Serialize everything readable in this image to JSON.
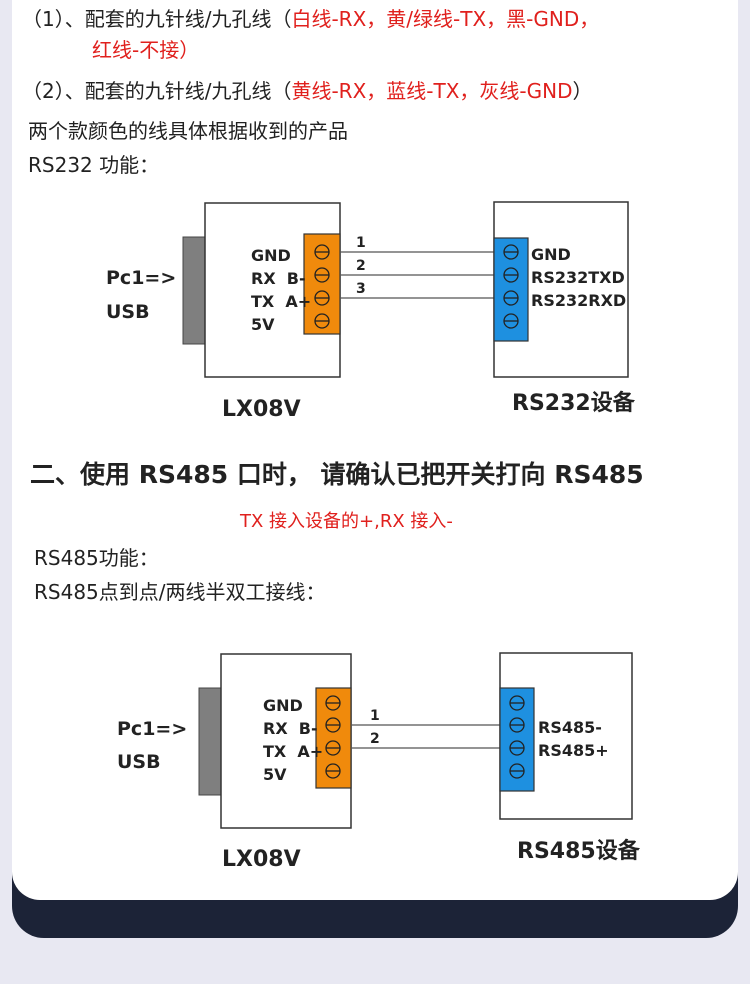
{
  "intro": {
    "line1_prefix": "（1）、配套的九针线/九孔线（",
    "line1_red": "白线-RX，黄/绿线-TX，黑-GND，",
    "line1_cont_red": "红线-不接）",
    "line2_prefix": "（2）、配套的九针线/九孔线（",
    "line2_red": "黄线-RX，蓝线-TX，灰线-GND",
    "line2_suffix": "）",
    "line3": "两个款颜色的线具体根据收到的产品",
    "line4": "RS232 功能："
  },
  "rs232_diagram": {
    "pc_label": "Pc1=>",
    "usb_label": "USB",
    "device_pins": [
      "GND",
      "RX  B-",
      "TX  A+",
      "5V"
    ],
    "device_name": "LX08V",
    "wire_numbers": [
      "1",
      "2",
      "3"
    ],
    "target_pins": [
      "GND",
      "RS232TXD",
      "RS232RXD"
    ],
    "target_name": "RS232设备"
  },
  "section2": {
    "heading": "二、使用 RS485 口时，  请确认已把开关打向 RS485",
    "note_red": "TX 接入设备的+,RX 接入-",
    "line1": "RS485功能：",
    "line2": "RS485点到点/两线半双工接线："
  },
  "rs485_diagram": {
    "pc_label": "Pc1=>",
    "usb_label": "USB",
    "device_pins": [
      "GND",
      "RX  B-",
      "TX  A+",
      "5V"
    ],
    "device_name": "LX08V",
    "wire_numbers": [
      "1",
      "2"
    ],
    "target_pins": [
      "RS485-",
      "RS485+"
    ],
    "target_name": "RS485设备"
  },
  "colors": {
    "text_red": "#e0201d",
    "terminal_orange": "#f08a0c",
    "terminal_blue": "#1e90e0",
    "footer_navy": "#1c2337"
  }
}
